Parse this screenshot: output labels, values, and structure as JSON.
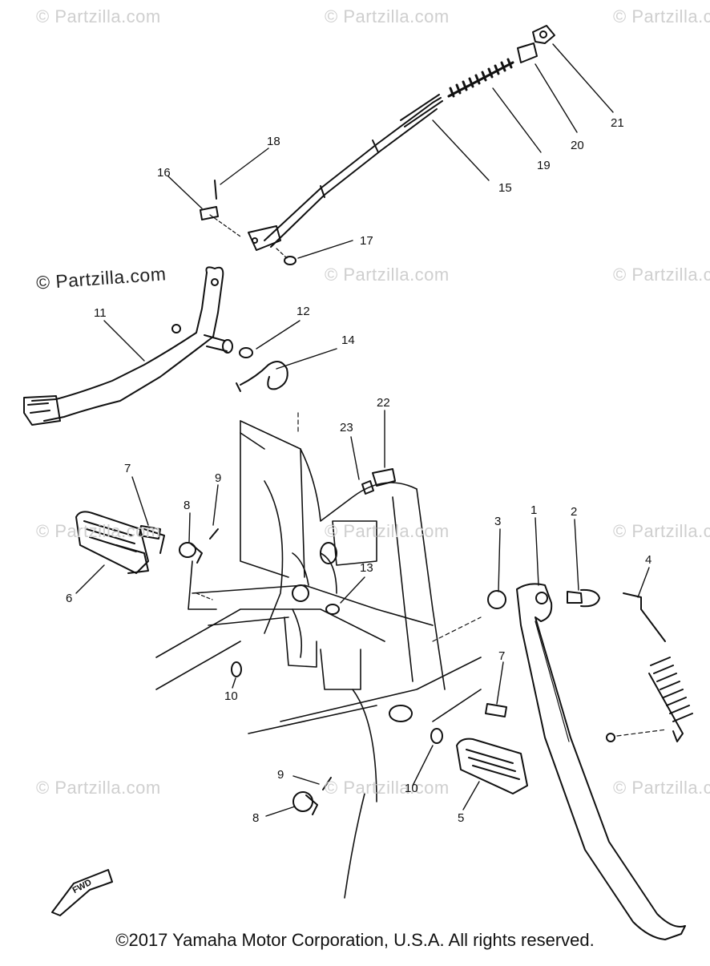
{
  "watermark": {
    "text": "© Partzilla.com",
    "emphasized_text": "© Partzilla.com"
  },
  "callouts": [
    "1",
    "2",
    "3",
    "4",
    "5",
    "6",
    "7",
    "7",
    "8",
    "8",
    "9",
    "9",
    "10",
    "10",
    "11",
    "12",
    "13",
    "14",
    "15",
    "16",
    "17",
    "18",
    "19",
    "20",
    "21",
    "22",
    "23"
  ],
  "direction_marker": "FWD",
  "footer": {
    "copyright": "©2017 Yamaha Motor Corporation, U.S.A. All rights reserved."
  }
}
